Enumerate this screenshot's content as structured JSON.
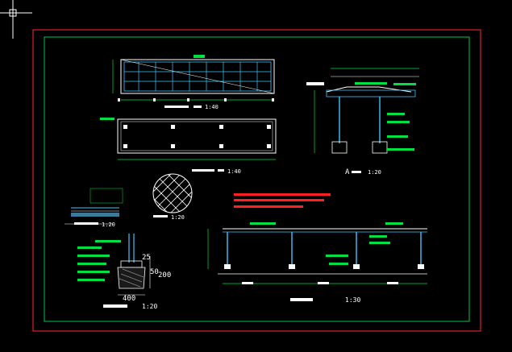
{
  "colors": {
    "background": "#000000",
    "outer_border": "#e0202a",
    "inner_border": "#00c853",
    "line_white": "#ffffff",
    "line_cyan": "#40c4ff",
    "line_green": "#00e040",
    "annot_red": "#ff2020"
  },
  "cursor": {
    "icon": "crosshair-cursor-icon"
  },
  "views": {
    "plan_top": {
      "caption_scale": "1:40"
    },
    "plan_bottom": {
      "caption_scale": "1:40"
    },
    "section_a": {
      "caption": "A",
      "caption_scale": "1:20"
    },
    "detail_circle": {
      "caption_scale": "1:20"
    },
    "detail_small": {
      "caption_scale": "1:20"
    },
    "foundation": {
      "dims": [
        "25",
        "50",
        "200"
      ],
      "width": "400",
      "caption_scale": "1:20"
    },
    "elevation": {
      "caption_scale": "1:30"
    }
  }
}
